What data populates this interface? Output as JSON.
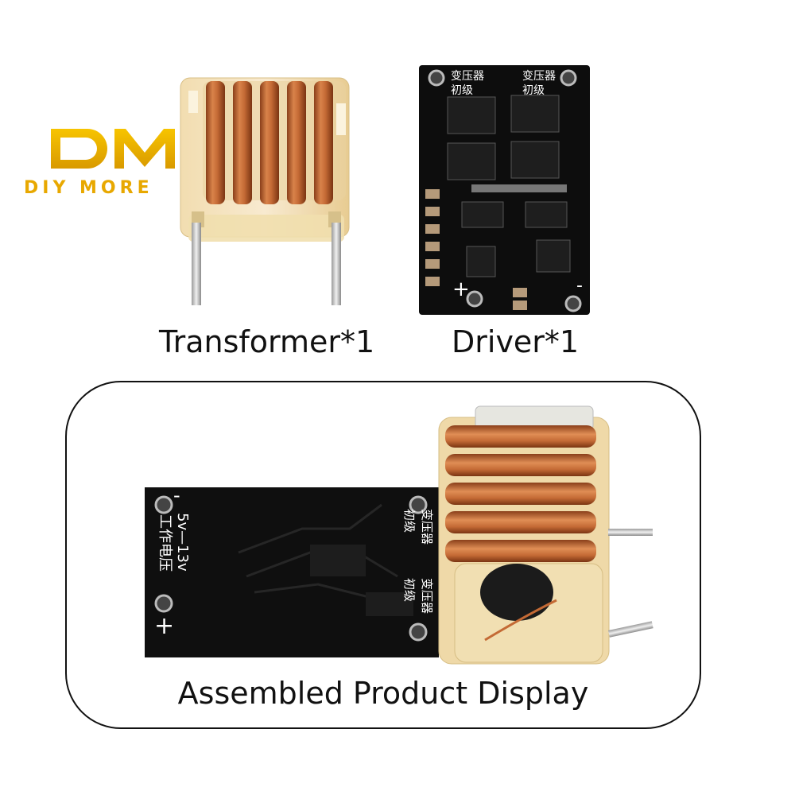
{
  "brand": {
    "text": "DIY MORE",
    "color": "#e8a800"
  },
  "captions": {
    "transformer": "Transformer*1",
    "driver": "Driver*1",
    "assembled": "Assembled Product Display"
  },
  "driver_board": {
    "labels": {
      "primary_left_1": "变压器",
      "primary_left_2": "初级",
      "primary_right_1": "变压器",
      "primary_right_2": "初级",
      "plus": "+",
      "minus": "-"
    }
  },
  "assembled_board": {
    "labels": {
      "voltage_1": "5v—13v",
      "voltage_2": "工作电压",
      "primary_1": "变压器",
      "primary_2": "初级",
      "primary_3": "变压器",
      "primary_4": "初级",
      "plus": "+",
      "minus": "-"
    }
  },
  "colors": {
    "copper": "#c46a35",
    "pcb": "#0d0d0d",
    "bobbin": "#efd9a8"
  }
}
